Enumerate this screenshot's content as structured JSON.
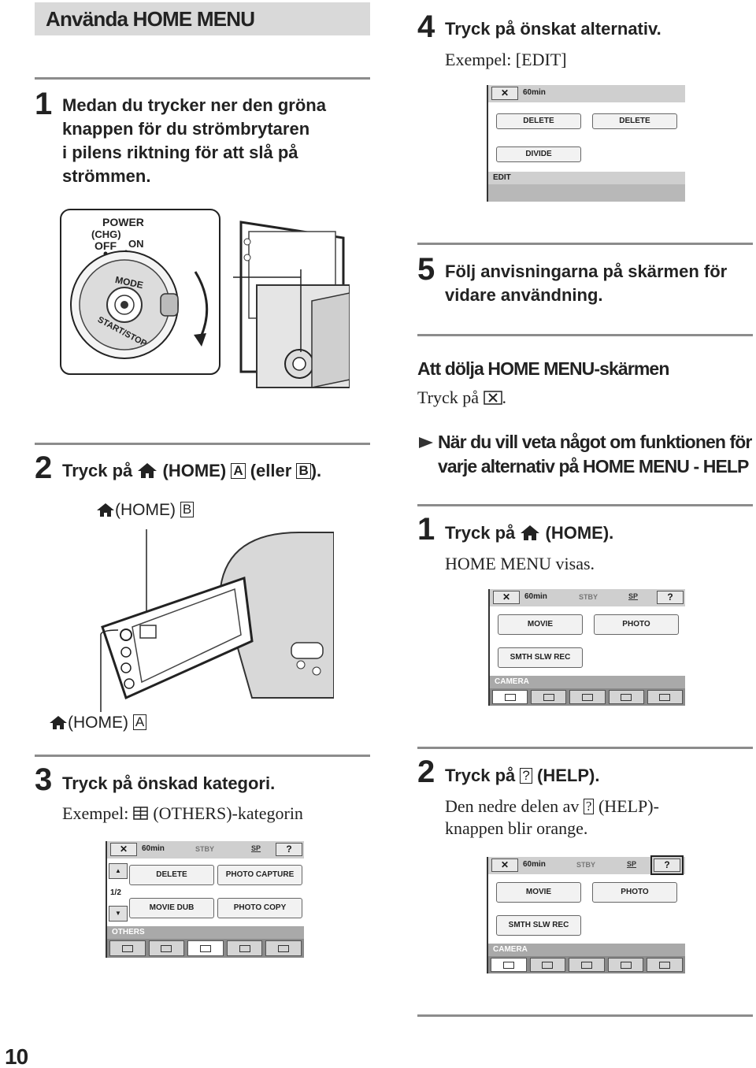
{
  "section_title": "Använda HOME MENU",
  "page_number": "10",
  "steps_left": {
    "step1": {
      "num": "1",
      "lines": [
        "Medan du trycker ner den gröna",
        "knappen för du strömbrytaren",
        "i pilens riktning för att slå på",
        "strömmen."
      ]
    },
    "step2": {
      "num": "2",
      "text_a": "Tryck på",
      "text_b": "(HOME)",
      "box_a": "A",
      "text_c": "(eller",
      "box_b": "B",
      "text_d": ")."
    },
    "step3": {
      "num": "3",
      "text": "Tryck på önskad kategori.",
      "example": "Exempel:",
      "example_b": "(OTHERS)-kategorin"
    }
  },
  "dial": {
    "power": "POWER",
    "chg": "(CHG)",
    "off": "OFF",
    "on": "ON",
    "mode": "MODE",
    "startstop": "START/STOP"
  },
  "callouts": {
    "home_b": "(HOME)",
    "box_b": "B",
    "home_a": "(HOME)",
    "box_a": "A"
  },
  "steps_right": {
    "step4": {
      "num": "4",
      "text": "Tryck på önskat alternativ.",
      "example": "Exempel: [EDIT]"
    },
    "step5": {
      "num": "5",
      "lines": [
        "Följ anvisningarna på skärmen för",
        "vidare användning."
      ]
    },
    "hide_title": "Att dölja HOME MENU-skärmen",
    "hide_text": "Tryck på",
    "hide_text_end": ".",
    "help_lines": [
      "När du vill veta något om funktionen för",
      "varje alternativ på HOME MENU - HELP"
    ],
    "help1": {
      "num": "1",
      "text_a": "Tryck på",
      "text_b": "(HOME).",
      "sub": "HOME MENU visas."
    },
    "help2": {
      "num": "2",
      "text_a": "Tryck på",
      "q": "?",
      "text_b": "(HELP).",
      "sub1_a": "Den nedre delen av",
      "sub1_b": "(HELP)-",
      "sub2": "knappen blir orange."
    }
  },
  "screens": {
    "edit": {
      "x": "✕",
      "battery": "60min",
      "btn1": "DELETE",
      "btn2": "DELETE",
      "btn3": "DIVIDE",
      "bar": "EDIT"
    },
    "others": {
      "x": "✕",
      "battery": "60min",
      "stby": "STBY",
      "sp": "SP",
      "q": "?",
      "btn1": "DELETE",
      "btn2": "PHOTO CAPTURE",
      "btn3": "MOVIE DUB",
      "btn4": "PHOTO COPY",
      "page": "1/2",
      "up": "▲",
      "down": "▼",
      "bar": "OTHERS"
    },
    "camera1": {
      "x": "✕",
      "battery": "60min",
      "stby": "STBY",
      "sp": "SP",
      "q": "?",
      "btn1": "MOVIE",
      "btn2": "PHOTO",
      "btn3": "SMTH SLW REC",
      "bar": "CAMERA"
    },
    "camera2": {
      "x": "✕",
      "battery": "60min",
      "stby": "STBY",
      "sp": "SP",
      "q": "?",
      "btn1": "MOVIE",
      "btn2": "PHOTO",
      "btn3": "SMTH SLW REC",
      "bar": "CAMERA"
    }
  }
}
